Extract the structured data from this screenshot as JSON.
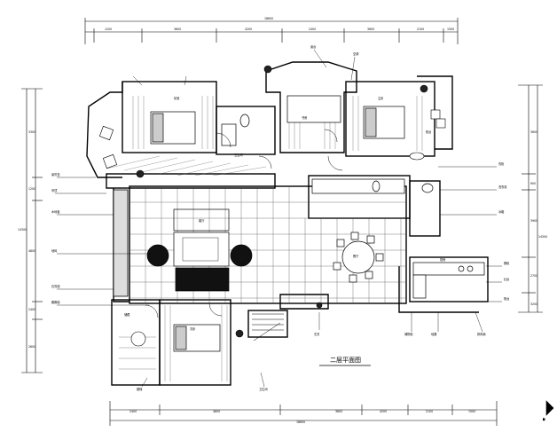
{
  "drawing": {
    "title": "二层平面图",
    "background": "#ffffff",
    "line_color": "#000000",
    "accent_color": "#555555"
  },
  "dimensions": {
    "top_overall": "18600",
    "top_segments": [
      "1200",
      "3600",
      "4200",
      "2400",
      "3600",
      "2100",
      "1500"
    ],
    "bottom_overall": "18600",
    "bottom_segments": [
      "2400",
      "4800",
      "3600",
      "4200",
      "2100",
      "1500"
    ],
    "left_overall": "14300",
    "left_segments": [
      "3300",
      "1200",
      "4800",
      "2400",
      "2600"
    ],
    "right_overall": "14300",
    "right_segments": [
      "3600",
      "900",
      "3900",
      "2700",
      "3200"
    ]
  },
  "room_labels": [
    "卧室",
    "卫生间",
    "书房",
    "主卧",
    "阳台",
    "餐厅",
    "客厅",
    "厨房",
    "次卧",
    "储藏"
  ],
  "leader_labels_left": [
    "窗帘盒",
    "吊顶",
    "木地板",
    "地砖",
    "石膏线",
    "踢脚线"
  ],
  "leader_labels_right": [
    "衣柜",
    "洗衣机",
    "冰箱",
    "橱柜",
    "灶台",
    "阳台"
  ],
  "leader_labels_top": [
    "窗台",
    "空调"
  ],
  "leader_labels_bottom": [
    "楼梯",
    "卫生间",
    "玄关",
    "储物柜",
    "地漏",
    "排风扇"
  ],
  "north_mark": "N"
}
